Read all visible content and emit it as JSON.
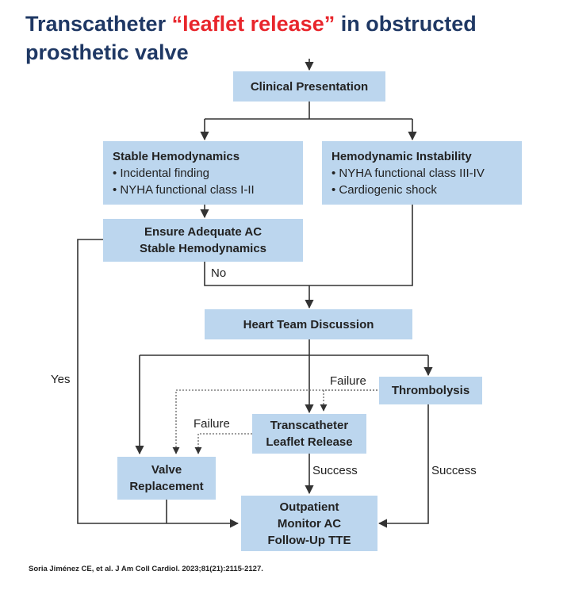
{
  "title": {
    "part1": "Transcatheter ",
    "highlight": "“leaflet release”",
    "part2": " in obstructed prosthetic valve"
  },
  "nodes": {
    "clinical_presentation": "Clinical Presentation",
    "stable": {
      "heading": "Stable Hemodynamics",
      "bullets": [
        "• Incidental finding",
        "• NYHA functional class I-II"
      ]
    },
    "instability": {
      "heading": "Hemodynamic Instability",
      "bullets": [
        "• NYHA functional class III-IV",
        "• Cardiogenic shock"
      ]
    },
    "ensure_ac": [
      "Ensure Adequate AC",
      "Stable Hemodynamics"
    ],
    "heart_team": "Heart Team Discussion",
    "thrombolysis": "Thrombolysis",
    "leaflet_release": [
      "Transcatheter",
      "Leaflet Release"
    ],
    "valve_replacement": [
      "Valve",
      "Replacement"
    ],
    "outpatient": [
      "Outpatient",
      "Monitor AC",
      "Follow-Up TTE"
    ]
  },
  "edge_labels": {
    "no": "No",
    "yes": "Yes",
    "failure_thrombolysis": "Failure",
    "failure_leaflet": "Failure",
    "success_leaflet": "Success",
    "success_thrombolysis": "Success"
  },
  "colors": {
    "box_fill": "#bcd6ee",
    "title": "#1f3864",
    "highlight": "#e8262c",
    "line": "#333333"
  },
  "citation": "Soria Jiménez CE, et al. J Am Coll Cardiol. 2023;81(21):2115-2127."
}
